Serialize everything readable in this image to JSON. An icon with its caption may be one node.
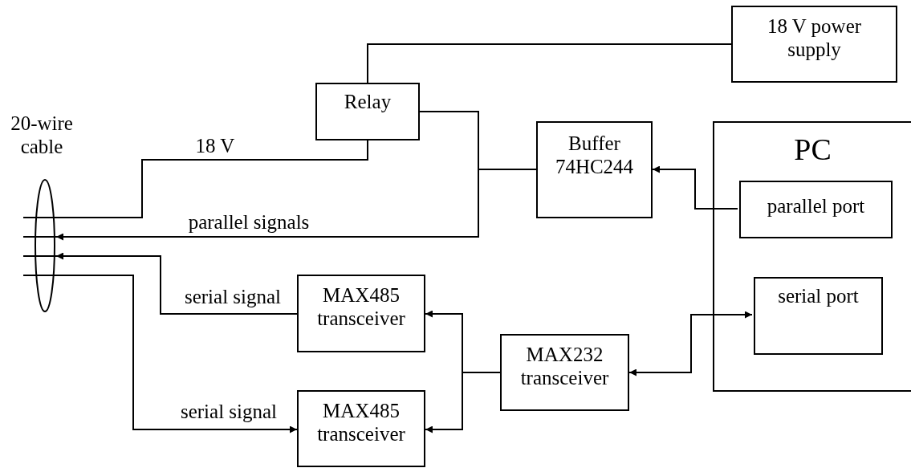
{
  "diagram": {
    "nodes": [
      {
        "text": [
          "18 V power supply"
        ]
      },
      {
        "text": [
          "Relay"
        ]
      },
      {
        "text": [
          "20-wire cable"
        ]
      },
      {
        "text": [
          "Buffer 74HC244"
        ]
      },
      {
        "text": [
          "PC"
        ]
      },
      {
        "text": [
          "parallel port"
        ],
        "in": 4
      },
      {
        "text": [
          "serial port"
        ],
        "in": 4
      },
      {
        "text": [
          "MAX485 transceiver"
        ]
      },
      {
        "text": [
          "MAX232 transceiver"
        ]
      },
      {
        "text": [
          "MAX485 transceiver"
        ]
      }
    ],
    "edges": [
      {
        "from": 1,
        "to": 0,
        "arrow": "none"
      },
      {
        "from": 1,
        "to": 2,
        "arrow": "none",
        "label": "18 V"
      },
      {
        "from": 1,
        "to": 3,
        "arrow": "none"
      },
      {
        "from": 5,
        "to": 3,
        "arrow": "to"
      },
      {
        "from": 3,
        "to": 2,
        "arrow": "to",
        "label": "parallel signals"
      },
      {
        "from": 7,
        "to": 2,
        "arrow": "to",
        "label": "serial signal"
      },
      {
        "from": 2,
        "to": 9,
        "arrow": "to",
        "label": "serial signal"
      },
      {
        "from": 8,
        "to": 7,
        "arrow": "to"
      },
      {
        "from": 8,
        "to": 9,
        "arrow": "to"
      },
      {
        "from": 6,
        "to": 8,
        "arrow": "both"
      }
    ]
  }
}
